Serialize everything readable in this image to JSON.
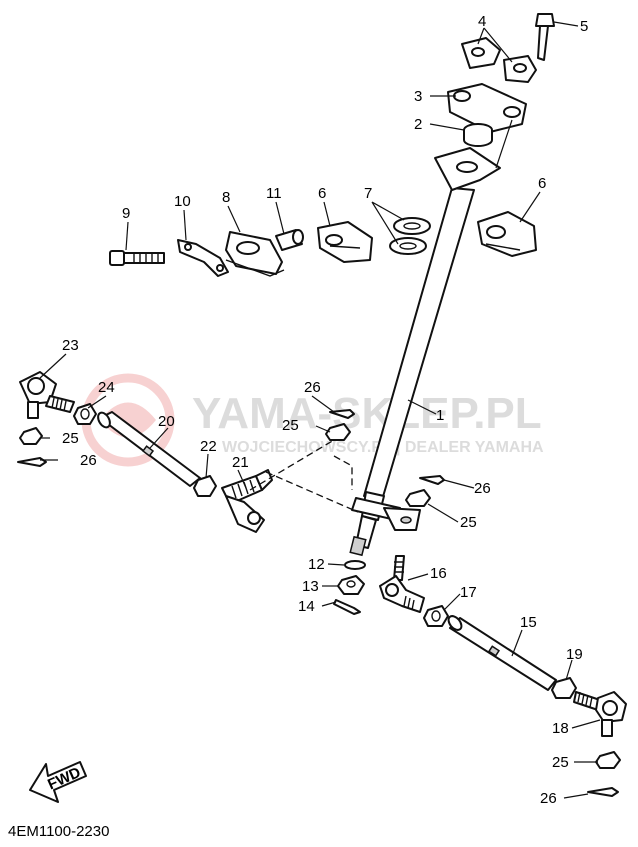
{
  "watermark": {
    "brand": "YAMA-SKLEP.PL",
    "subtitle": "WOJCIECHOWSCY.PL  |  DEALER YAMAHA",
    "color": "#d9d9d9",
    "logo_color": "#f2b3b3"
  },
  "diagram_code": "4EM1100-2230",
  "fwd_label": "FWD",
  "callouts": {
    "c1": "1",
    "c2": "2",
    "c3": "3",
    "c4": "4",
    "c5": "5",
    "c6a": "6",
    "c6b": "6",
    "c7": "7",
    "c8": "8",
    "c9": "9",
    "c10": "10",
    "c11": "11",
    "c12": "12",
    "c13": "13",
    "c14": "14",
    "c15": "15",
    "c16": "16",
    "c17": "17",
    "c18": "18",
    "c19": "19",
    "c20": "20",
    "c21": "21",
    "c22": "22",
    "c23": "23",
    "c24": "24",
    "c25a": "25",
    "c25b": "25",
    "c25c": "25",
    "c25d": "25",
    "c26a": "26",
    "c26b": "26",
    "c26c": "26",
    "c26d": "26"
  }
}
